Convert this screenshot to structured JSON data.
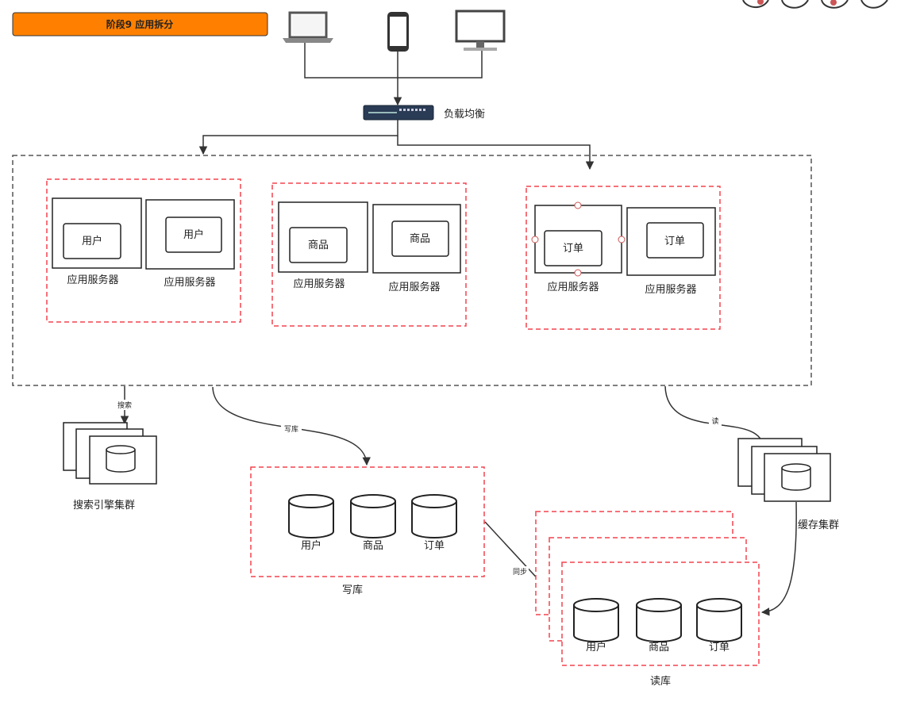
{
  "title": "阶段9 应用拆分",
  "load_balancer": "负载均衡",
  "groups": [
    {
      "module": "用户",
      "servers": [
        "应用服务器",
        "应用服务器"
      ]
    },
    {
      "module": "商品",
      "servers": [
        "应用服务器",
        "应用服务器"
      ]
    },
    {
      "module": "订单",
      "servers": [
        "应用服务器",
        "应用服务器"
      ]
    }
  ],
  "search_cluster": {
    "label": "搜索引擎集群",
    "edge": "搜索"
  },
  "cache_cluster": {
    "label": "缓存集群",
    "edge": "读"
  },
  "write_db": {
    "label": "写库",
    "edge": "写库",
    "tables": [
      "用户",
      "商品",
      "订单"
    ]
  },
  "read_db": {
    "label": "读库",
    "tables": [
      "用户",
      "商品",
      "订单"
    ]
  },
  "sync_label": "同步",
  "colors": {
    "title_bg": "#FF8000",
    "dashed_red": "#F4444F",
    "dashed_gray": "#555555"
  }
}
